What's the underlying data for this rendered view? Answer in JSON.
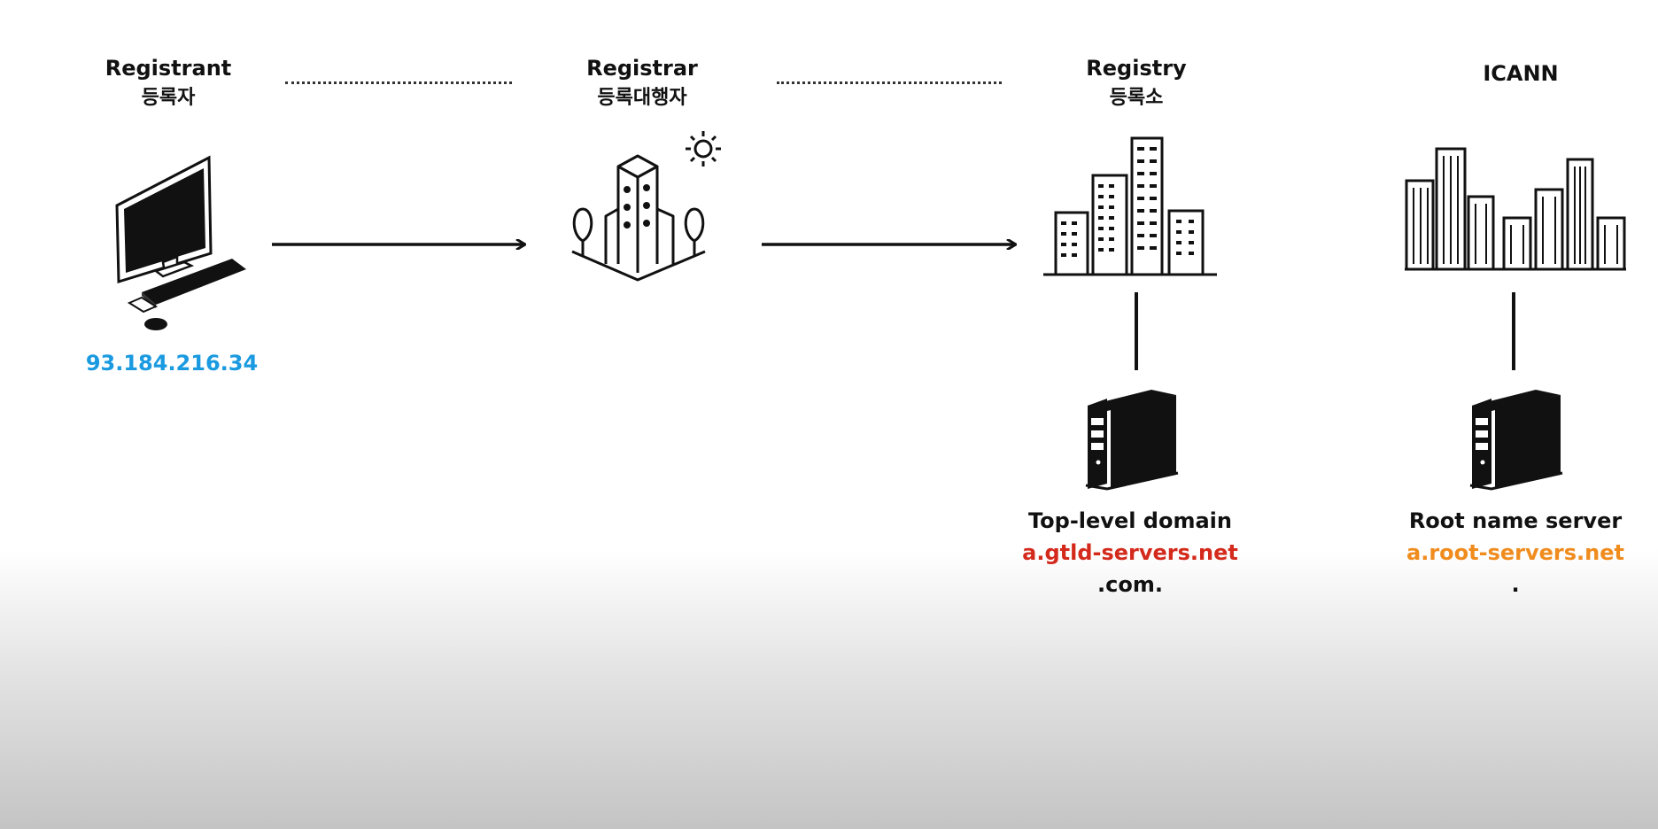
{
  "nodes": {
    "registrant": {
      "title": "Registrant",
      "subtitle": "등록자",
      "ip": "93.184.216.34"
    },
    "registrar": {
      "title": "Registrar",
      "subtitle": "등록대행자"
    },
    "registry": {
      "title": "Registry",
      "subtitle": "등록소",
      "server_label": "Top-level domain",
      "server_host": "a.gtld-servers.net",
      "server_zone": ".com."
    },
    "icann": {
      "title": "ICANN",
      "server_label": "Root name server",
      "server_host": "a.root-servers.net",
      "server_zone": "."
    }
  },
  "icons": [
    "desktop-computer-icon",
    "office-building-icon",
    "sun-icon",
    "tree-icon",
    "city-buildings-icon",
    "city-skyline-icon",
    "tower-server-icon"
  ],
  "colors": {
    "ip": "#1a9ae0",
    "gtld_host": "#d42a1c",
    "root_host": "#f08c1e",
    "text": "#111111"
  }
}
